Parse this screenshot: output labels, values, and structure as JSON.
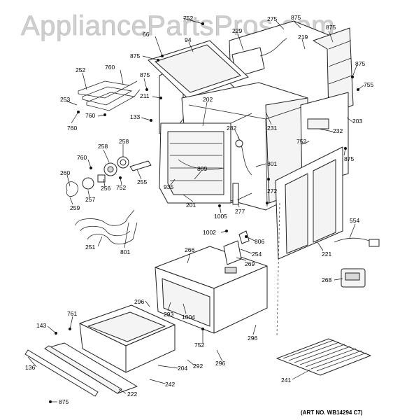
{
  "watermark": "AppliancePartsPros.com",
  "art_number": "(ART NO. WB14294 C7)",
  "labels": {
    "p752a": "752",
    "p275": "275",
    "p875a": "875",
    "p66": "66",
    "p229": "229",
    "p219": "219",
    "p875b": "875",
    "p94": "94",
    "p875c": "875",
    "p760a": "760",
    "p252": "252",
    "p875d": "875",
    "p211": "211",
    "p875e": "875",
    "p755": "755",
    "p253": "253",
    "p760b": "760",
    "p760c": "760",
    "p133": "133",
    "p202": "202",
    "p231": "231",
    "p203": "203",
    "p282": "282",
    "p232": "232",
    "p752b": "752",
    "p875f": "875",
    "p760d": "760",
    "p258a": "258",
    "p258b": "258",
    "p809": "809",
    "p801a": "801",
    "p260": "260",
    "p256": "256",
    "p752c": "752",
    "p255": "255",
    "p935": "935",
    "p272": "272",
    "p257": "257",
    "p259": "259",
    "p201": "201",
    "p277": "277",
    "p1005": "1005",
    "p554": "554",
    "p1002": "1002",
    "p806": "806",
    "p251": "251",
    "p801b": "801",
    "p254": "254",
    "p266": "266",
    "p269": "269",
    "p221": "221",
    "p268": "268",
    "p296a": "296",
    "p293": "293",
    "p1004": "1004",
    "p143": "143",
    "p761": "761",
    "p296b": "296",
    "p752d": "752",
    "p296c": "296",
    "p292": "292",
    "p136": "136",
    "p204": "204",
    "p242": "242",
    "p222": "222",
    "p241": "241",
    "p875g": "875"
  }
}
